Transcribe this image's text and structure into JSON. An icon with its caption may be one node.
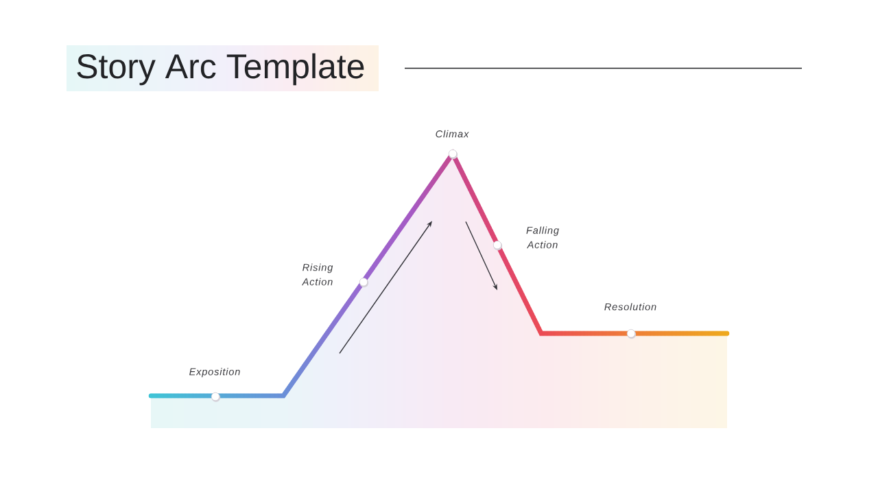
{
  "diagram": {
    "title": "Story Arc Template",
    "labels": [
      "Exposition",
      "Rising Action",
      "Climax",
      "Falling Action",
      "Resolution"
    ]
  }
}
